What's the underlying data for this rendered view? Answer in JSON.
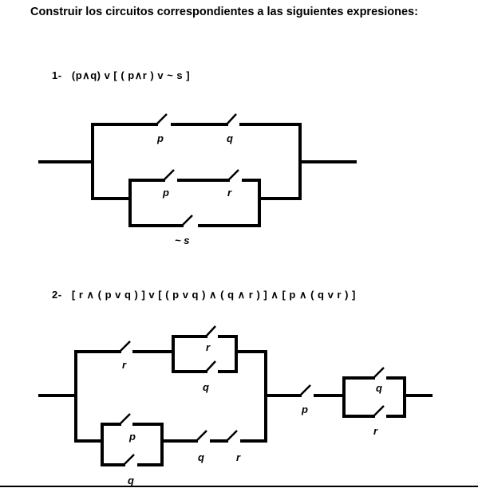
{
  "title": "Construir los circuitos correspondientes a las siguientes expresiones:",
  "problems": [
    {
      "number": "1-",
      "expression": "(p∧q) v [ ( p∧r ) v ~ s ]",
      "labels": {
        "p_top": "p",
        "q_top": "q",
        "p_inner": "p",
        "r_inner": "r",
        "not_s": "~ s"
      }
    },
    {
      "number": "2-",
      "expression": "[ r ∧ ( p v q ) ] v [ ( p v q ) ∧ ( q ∧ r ) ] ∧ [ p ∧ ( q v r ) ]",
      "labels": {
        "r_top": "r",
        "r_small": "r",
        "q_small": "q",
        "p_left": "p",
        "q_left": "q",
        "q_mid": "q",
        "r_mid": "r",
        "p_series": "p",
        "q_right": "q",
        "r_right": "r"
      }
    }
  ]
}
